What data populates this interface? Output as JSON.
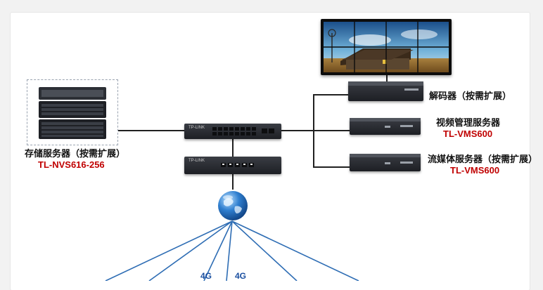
{
  "storage": {
    "name": "存储服务器（按需扩展）",
    "model": "TL-NVS616-256",
    "icon": "storage-server-icon"
  },
  "decoder": {
    "name": "解码器（按需扩展）",
    "icon": "decoder-icon"
  },
  "vms": {
    "name": "视频管理服务器",
    "model": "TL-VMS600",
    "icon": "vms-server-icon"
  },
  "streaming": {
    "name": "流媒体服务器（按需扩展）",
    "model": "TL-VMS600",
    "icon": "streaming-server-icon"
  },
  "switch": {
    "icon": "network-switch-icon",
    "brand": "TP-LINK"
  },
  "router": {
    "icon": "router-icon",
    "brand": "TP-LINK"
  },
  "internet": {
    "icon": "globe-icon"
  },
  "video_wall": {
    "icon": "video-wall-icon"
  },
  "cellular": [
    "4G",
    "4G"
  ],
  "colors": {
    "model_text": "#c00000",
    "line": "#202020",
    "link": "#2e6db4"
  }
}
